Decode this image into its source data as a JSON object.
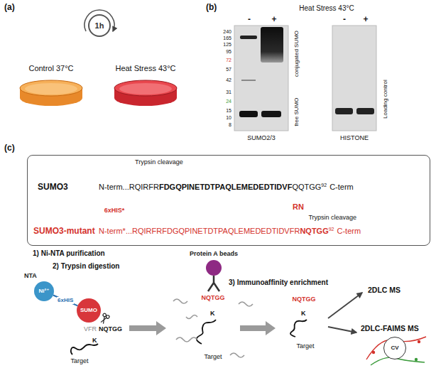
{
  "diagram": {
    "nodes": [
      {
        "text": [
          "1h"
        ]
      },
      {
        "text": [
          "SUMO3",
          "N-term...RQIRFR",
          "FDGQPINETDTPAQLEMEDEDTIDVF",
          "QQTGG",
          "92",
          "C-term",
          "Trypsin cleavage",
          "6xHIS*",
          "RN",
          "SUMO3-mutant",
          "N-term*...RQIRFRFDGQPINETDTPAQLEMEDEDTIDVFR",
          "NQTGG",
          "92",
          "C-term",
          "Trypsin cleavage"
        ]
      },
      {
        "text": [
          "NTA",
          "Ni²⁺"
        ]
      },
      {
        "text": [
          "SUMO"
        ]
      },
      {
        "text": [
          "Protein A beads"
        ]
      },
      {
        "text": [
          "CV"
        ]
      }
    ],
    "edges": [
      {
        "from": 2,
        "to": 3,
        "label": "6xHIS",
        "arrow": "none"
      }
    ],
    "labels": [
      "(a)",
      "Control 37°C",
      "Heat Stress 43°C",
      "(b)",
      "Heat Stress 43°C",
      "-",
      "+",
      "240",
      "165",
      "125",
      "95",
      "72",
      "57",
      "42",
      "31",
      "24",
      "15",
      "10",
      "8",
      "conjugated SUMO",
      "free SUMO",
      "SUMO2/3",
      "-",
      "+",
      "HISTONE",
      "Loading control",
      "(c)",
      "1) Ni-NTA purification",
      "2) Trypsin digestion",
      "VFR",
      "NQTGG",
      "K",
      "Target",
      "3) Immunoaffinity enrichment",
      "NQTGG",
      "K",
      "Target",
      "NQTGG",
      "K",
      "Target",
      "2DLC MS",
      "2DLC-FAIMS MS"
    ]
  }
}
